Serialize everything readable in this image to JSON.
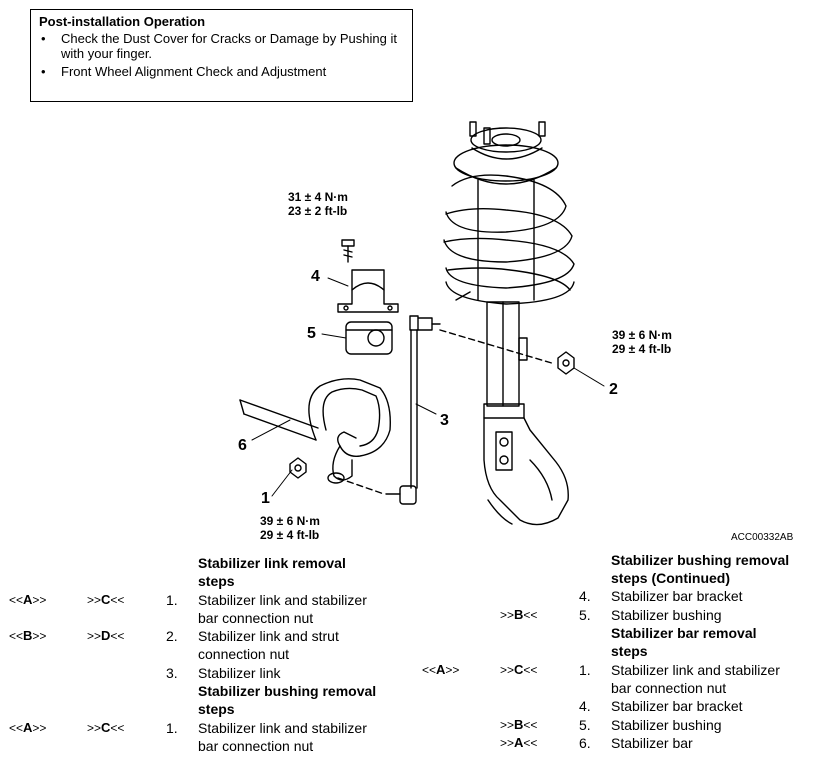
{
  "note": {
    "title": "Post-installation Operation",
    "items": [
      "Check the Dust Cover for Cracks or Damage by Pushing it with your finger.",
      "Front Wheel Alignment Check and Adjustment"
    ]
  },
  "figure": {
    "torque_top": [
      "31 ± 4 N·m",
      "23 ± 2 ft-lb"
    ],
    "torque_right": [
      "39 ± 6 N·m",
      "29 ± 4 ft-lb"
    ],
    "torque_bottom": [
      "39 ± 6 N·m",
      "29 ± 4 ft-lb"
    ],
    "callouts": [
      "1",
      "2",
      "3",
      "4",
      "5",
      "6"
    ],
    "code": "ACC00332AB"
  },
  "marks": {
    "A": "A",
    "B": "B",
    "C": "C",
    "D": "D"
  },
  "left": {
    "h1": [
      "Stabilizer link removal",
      "steps"
    ],
    "s1": {
      "num": "1.",
      "lines": [
        "Stabilizer link and stabilizer",
        "bar connection nut"
      ]
    },
    "s2": {
      "num": "2.",
      "lines": [
        "Stabilizer link and strut",
        "connection nut"
      ]
    },
    "s3": {
      "num": "3.",
      "lines": [
        "Stabilizer link"
      ]
    },
    "h2": [
      "Stabilizer bushing removal",
      "steps"
    ],
    "s4": {
      "num": "1.",
      "lines": [
        "Stabilizer link and stabilizer",
        "bar connection nut"
      ]
    }
  },
  "right": {
    "h1": [
      "Stabilizer bushing removal",
      "steps (Continued)"
    ],
    "s1": {
      "num": "4.",
      "lines": [
        "Stabilizer bar bracket"
      ]
    },
    "s2": {
      "num": "5.",
      "lines": [
        "Stabilizer bushing"
      ]
    },
    "h2": [
      "Stabilizer bar removal",
      "steps"
    ],
    "s3": {
      "num": "1.",
      "lines": [
        "Stabilizer link and stabilizer",
        "bar connection nut"
      ]
    },
    "s4": {
      "num": "4.",
      "lines": [
        "Stabilizer bar bracket"
      ]
    },
    "s5": {
      "num": "5.",
      "lines": [
        "Stabilizer bushing"
      ]
    },
    "s6": {
      "num": "6.",
      "lines": [
        "Stabilizer bar"
      ]
    }
  }
}
